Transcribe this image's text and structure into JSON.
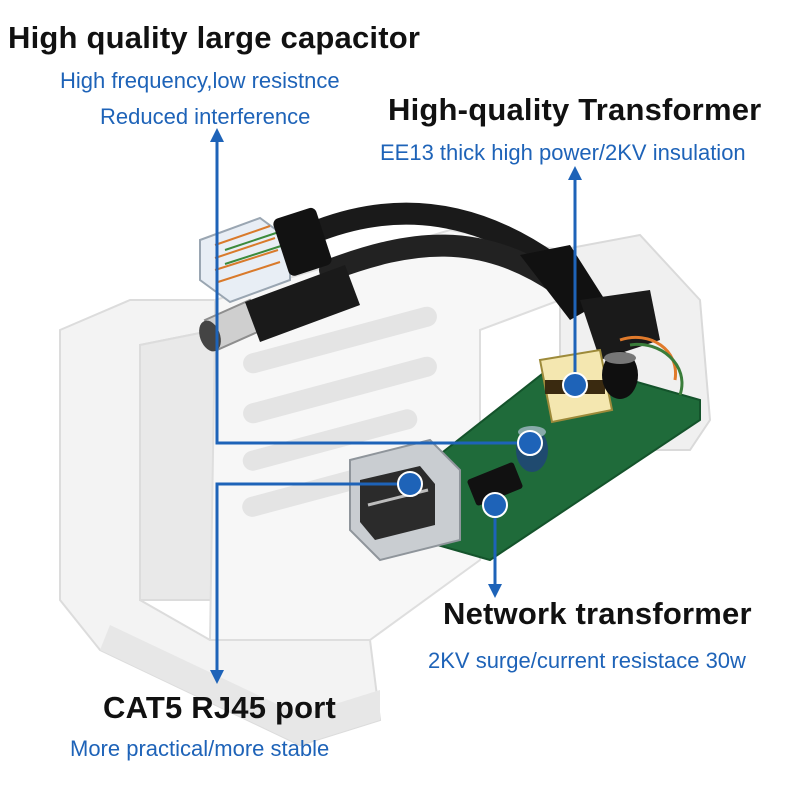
{
  "callouts": {
    "capacitor": {
      "title": "High quality large capacitor",
      "line1": "High frequency,low resistnce",
      "line2": "Reduced interference"
    },
    "transformer": {
      "title": "High-quality Transformer",
      "line1": "EE13 thick high power/2KV insulation"
    },
    "network_transformer": {
      "title": "Network transformer",
      "line1": "2KV surge/current resistace 30w"
    },
    "rj45": {
      "title": "CAT5 RJ45 port",
      "line1": "More practical/more stable"
    }
  },
  "colors": {
    "accent": "#1e63b8",
    "title": "#111111",
    "pcb": "#1f6b3a",
    "case": "#f2f2f2"
  }
}
